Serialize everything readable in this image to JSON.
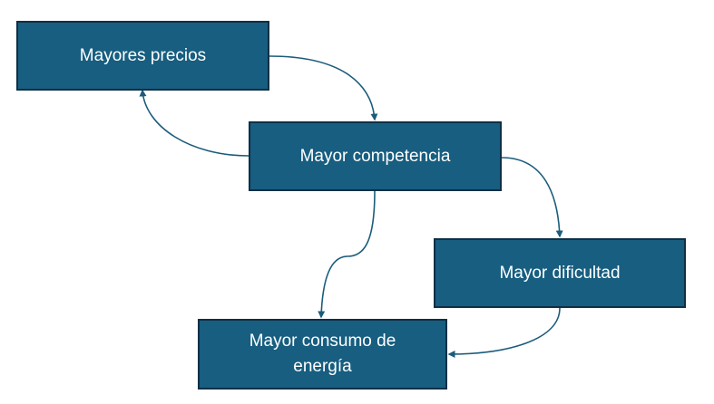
{
  "nodes": {
    "precios": "Mayores precios",
    "competencia": "Mayor competencia",
    "dificultad": "Mayor dificultad",
    "consumo": "Mayor consumo de energía"
  },
  "colors": {
    "node_fill": "#175e80",
    "node_border": "#0f2f45",
    "arrow": "#1b5c7b",
    "text": "#ffffff"
  }
}
